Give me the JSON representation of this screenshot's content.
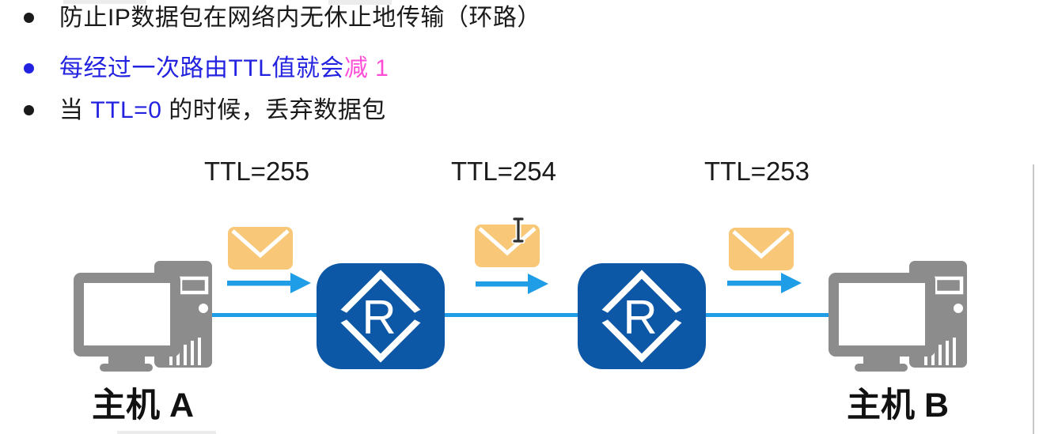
{
  "slide": {
    "bullets": [
      {
        "dot_color": "#1a1a1a",
        "segments": [
          {
            "text": "防止IP数据包在网络内无休止地传输（环路）",
            "color": "#1a1a1a"
          }
        ]
      },
      {
        "dot_color": "#2222e0",
        "segments": [
          {
            "text": "每经过一次路由TTL值就会",
            "color": "#2222e0"
          },
          {
            "text": "减 1",
            "color": "#ff4dd6"
          }
        ]
      },
      {
        "dot_color": "#1a1a1a",
        "segments": [
          {
            "text": "当 ",
            "color": "#1a1a1a"
          },
          {
            "text": "TTL=0",
            "color": "#2222e0"
          },
          {
            "text": " 的时候，丢弃数据包",
            "color": "#1a1a1a"
          }
        ]
      }
    ]
  },
  "diagram": {
    "ttl_labels": [
      "TTL=255",
      "TTL=254",
      "TTL=253"
    ],
    "nodes": [
      {
        "id": "host-a",
        "type": "host",
        "label": "主机 A"
      },
      {
        "id": "router-1",
        "type": "router",
        "label": "R"
      },
      {
        "id": "router-2",
        "type": "router",
        "label": "R"
      },
      {
        "id": "host-b",
        "type": "host",
        "label": "主机 B"
      }
    ],
    "packets": [
      {
        "icon": "envelope",
        "ttl": "TTL=255"
      },
      {
        "icon": "envelope",
        "ttl": "TTL=254"
      },
      {
        "icon": "envelope",
        "ttl": "TTL=253"
      }
    ],
    "flow_direction": "left-to-right"
  },
  "cursor": {
    "type": "text-ibeam"
  },
  "colors": {
    "text_black": "#1a1a1a",
    "text_blue": "#2222e0",
    "text_magenta": "#ff4dd6",
    "router_blue": "#0d57a7",
    "link_blue": "#1f9de6",
    "envelope_orange": "#f8c878",
    "device_gray": "#8c8c8c"
  }
}
